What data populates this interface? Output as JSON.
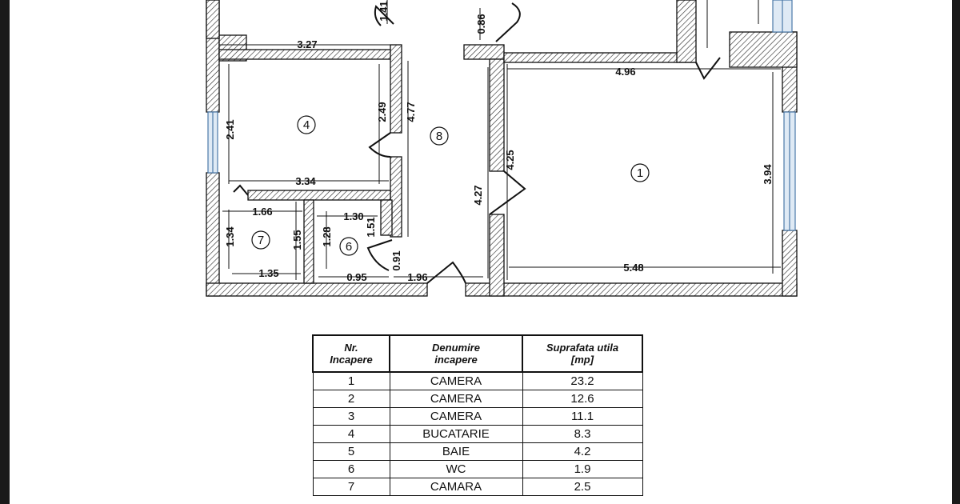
{
  "dimensions": {
    "d_3_27": "3.27",
    "d_4_96": "4.96",
    "d_0_86": "0.86",
    "d_1_41": "1.41",
    "d_2_41": "2.41",
    "d_2_49": "2.49",
    "d_4_77": "4.77",
    "d_4_25": "4.25",
    "d_4_27": "4.27",
    "d_3_94": "3.94",
    "d_3_34": "3.34",
    "d_1_66": "1.66",
    "d_1_34": "1.34",
    "d_1_55": "1.55",
    "d_1_35": "1.35",
    "d_1_30": "1.30",
    "d_1_28": "1.28",
    "d_1_51": "1.51",
    "d_0_91": "0.91",
    "d_0_95": "0.95",
    "d_1_96": "1.96",
    "d_5_48": "5.48"
  },
  "room_labels": {
    "r1": "1",
    "r4": "4",
    "r6": "6",
    "r7": "7",
    "r8": "8"
  },
  "table": {
    "headers": {
      "nr": [
        "Nr.",
        "Incapere"
      ],
      "name": [
        "Denumire",
        "incapere"
      ],
      "area": [
        "Suprafata utila",
        "[mp]"
      ]
    },
    "rows": [
      {
        "nr": "1",
        "name": "CAMERA",
        "area": "23.2"
      },
      {
        "nr": "2",
        "name": "CAMERA",
        "area": "12.6"
      },
      {
        "nr": "3",
        "name": "CAMERA",
        "area": "11.1"
      },
      {
        "nr": "4",
        "name": "BUCATARIE",
        "area": "8.3"
      },
      {
        "nr": "5",
        "name": "BAIE",
        "area": "4.2"
      },
      {
        "nr": "6",
        "name": "WC",
        "area": "1.9"
      },
      {
        "nr": "7",
        "name": "CAMARA",
        "area": "2.5"
      }
    ]
  }
}
